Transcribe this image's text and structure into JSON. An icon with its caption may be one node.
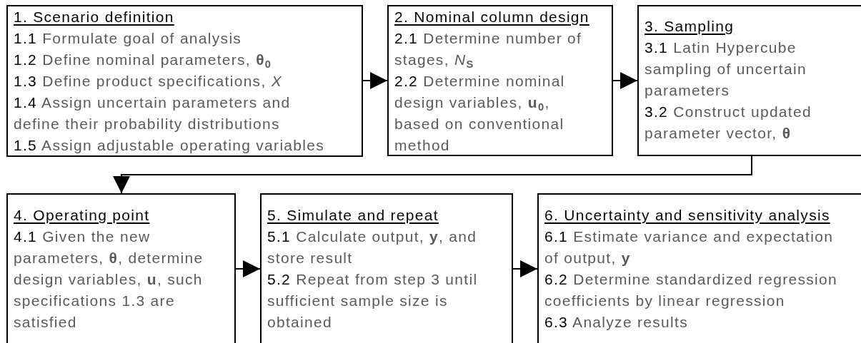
{
  "diagram": {
    "nodes": [
      {
        "text": [
          "1. Scenario definition",
          "1.1 Formulate goal of analysis",
          "1.2 Define nominal parameters, **θ**$_{0}$",
          "1.3 Define product specifications, *X*",
          "1.4 Assign uncertain parameters and define their probability distributions",
          "1.5 Assign adjustable operating variables"
        ]
      },
      {
        "text": [
          "2. Nominal column design",
          "2.1 Determine number of stages, *N*$_{S}$",
          "2.2 Determine nominal design variables, **u**$_{0}$, based on conventional method"
        ]
      },
      {
        "text": [
          "3. Sampling",
          "3.1 Latin Hypercube sampling of uncertain parameters",
          "3.2 Construct updated parameter vector, **θ**"
        ]
      },
      {
        "text": [
          "4. Operating point",
          "4.1 Given the new parameters, **θ**, determine design variables, **u**, such specifications 1.3 are satisfied"
        ]
      },
      {
        "text": [
          "5. Simulate and repeat",
          "5.1 Calculate output, **y**, and store result",
          "5.2 Repeat from step 3 until sufficient sample size is obtained"
        ]
      },
      {
        "text": [
          "6. Uncertainty and sensitivity analysis",
          "6.1 Estimate variance and expectation of output, **y**",
          "6.2 Determine standardized regression coefficients by linear regression",
          "6.3 Analyze results"
        ]
      }
    ],
    "edges": [
      {
        "from": 0,
        "to": 1,
        "arrow": "to"
      },
      {
        "from": 1,
        "to": 2,
        "arrow": "to"
      },
      {
        "from": 2,
        "to": 3,
        "arrow": "to"
      },
      {
        "from": 3,
        "to": 4,
        "arrow": "to"
      },
      {
        "from": 4,
        "to": 5,
        "arrow": "to"
      }
    ]
  }
}
